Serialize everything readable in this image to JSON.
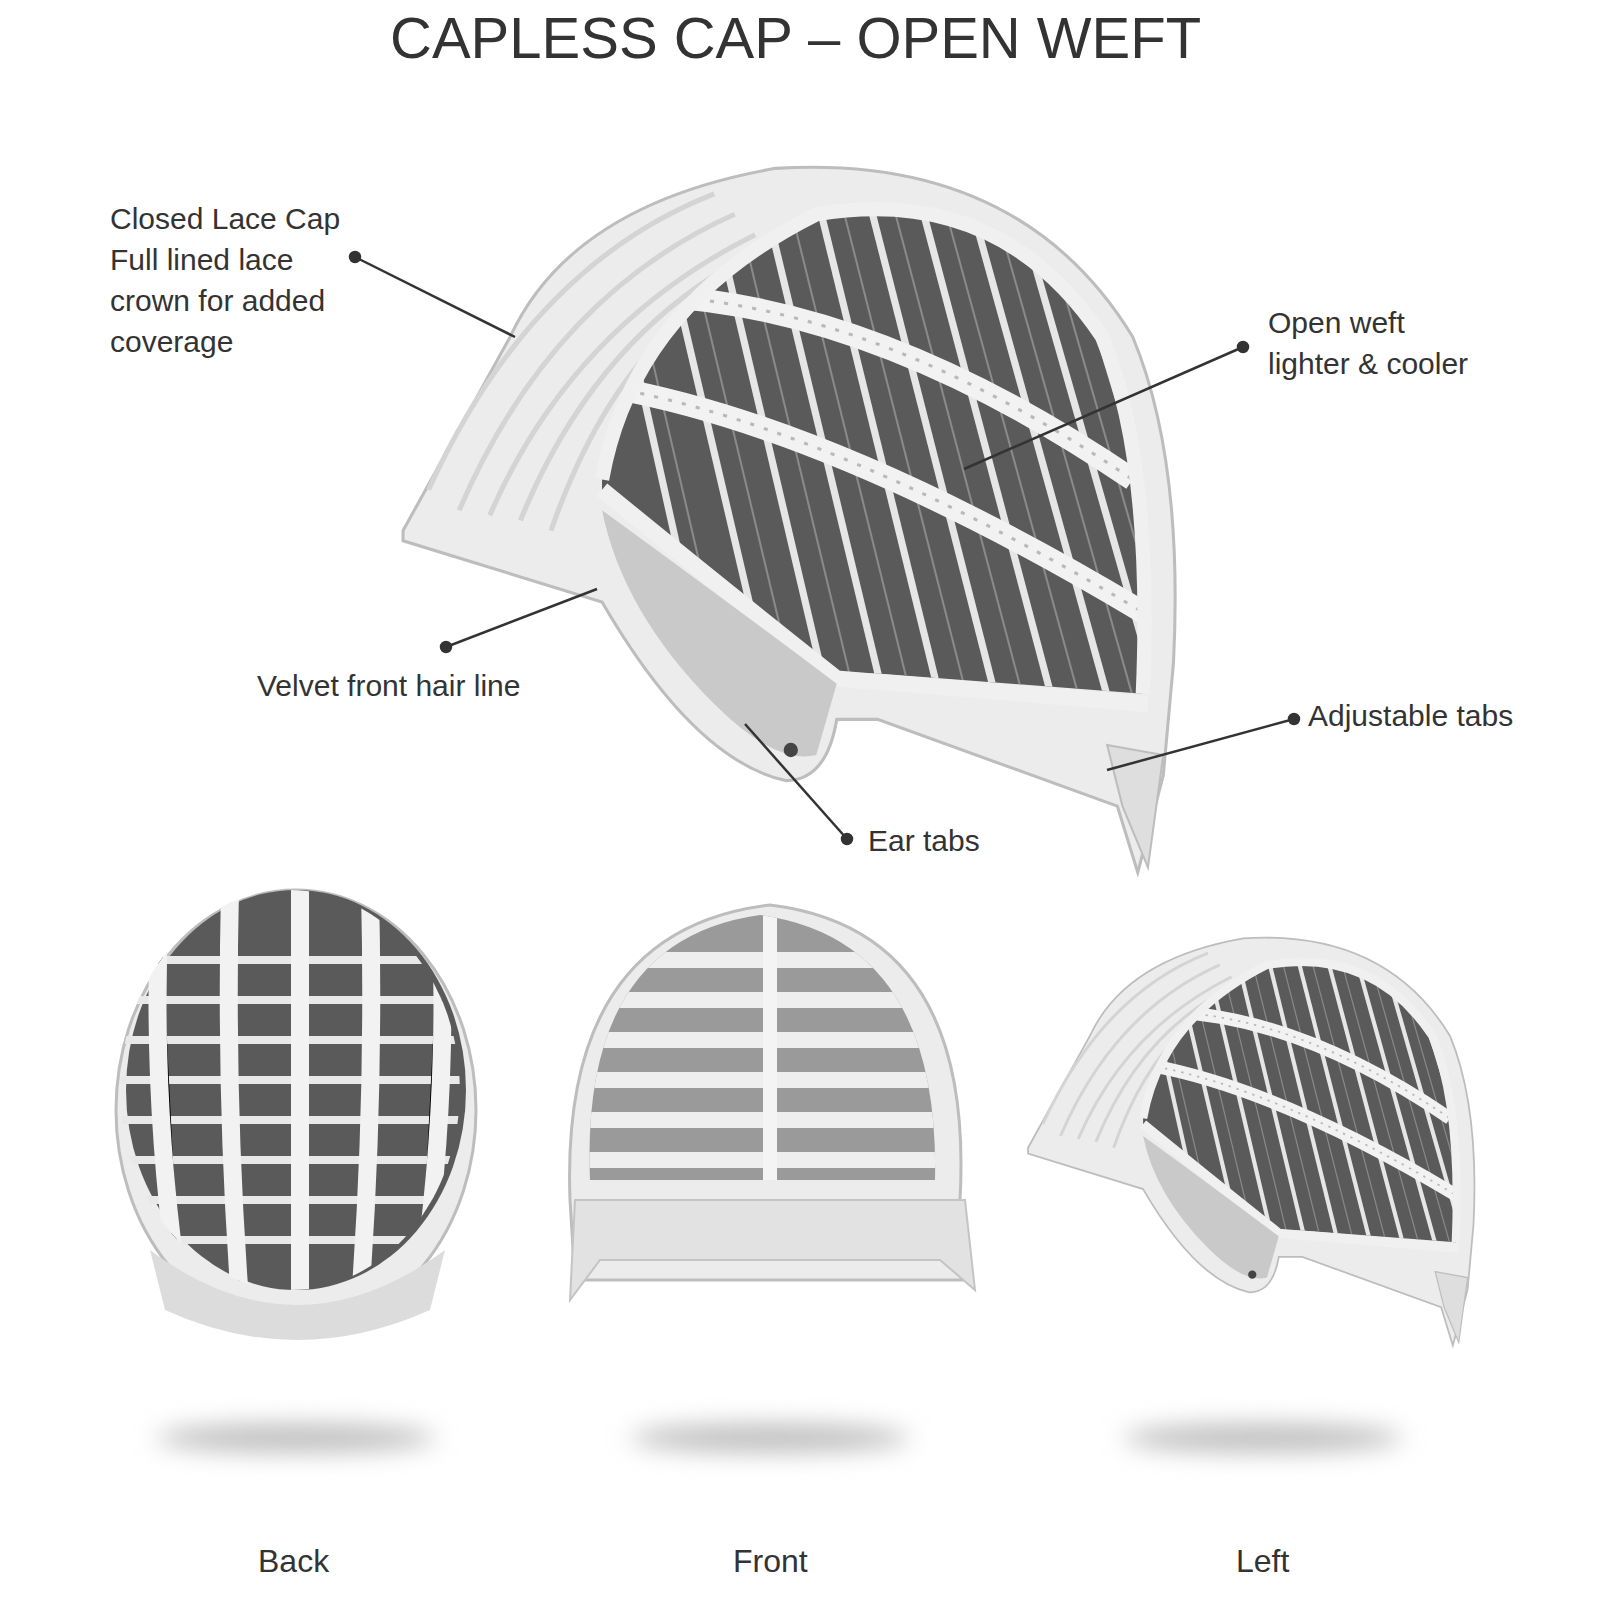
{
  "diagram": {
    "title": "CAPLESS CAP – OPEN WEFT",
    "labels": [
      "Closed Lace Cap Full lined lace crown for added coverage",
      "Open weft lighter & cooler",
      "Velvet front hair line",
      "Adjustable tabs",
      "Ear tabs",
      "Back",
      "Front",
      "Left"
    ]
  }
}
